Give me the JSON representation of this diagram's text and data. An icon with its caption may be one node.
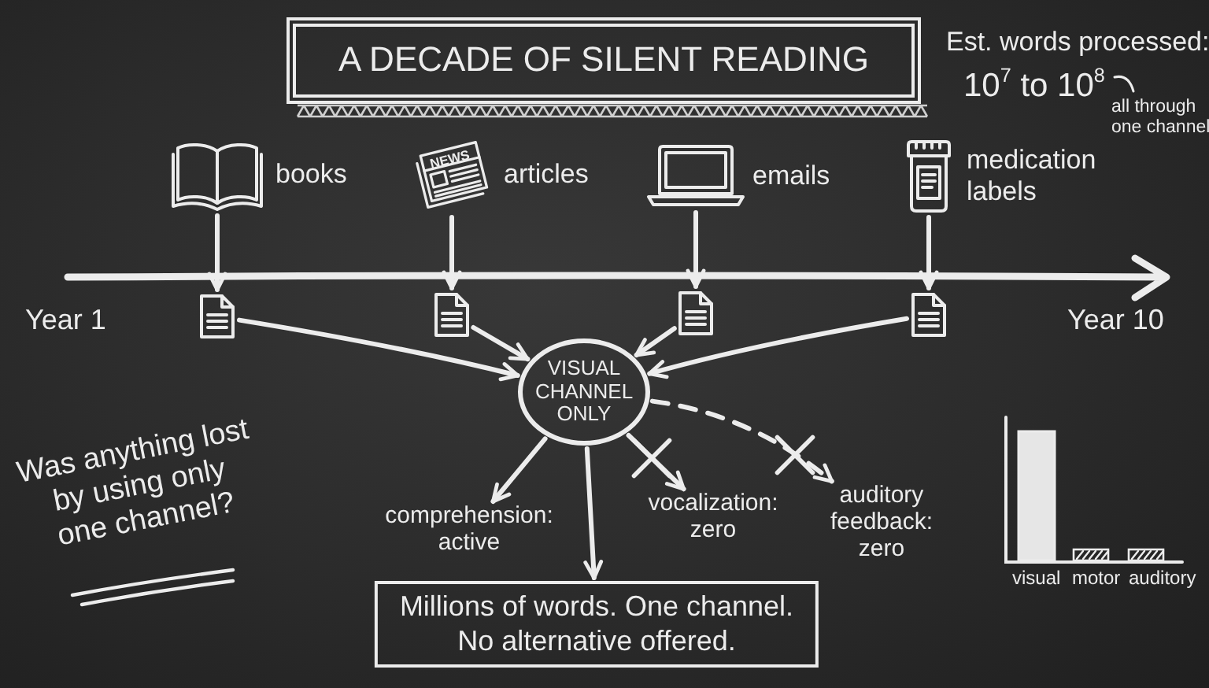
{
  "diagram": {
    "title": "A DECADE OF SILENT READING",
    "nodes": [
      {
        "text": [
          "books"
        ]
      },
      {
        "text": [
          "NEWS",
          "articles"
        ]
      },
      {
        "text": [
          "emails"
        ]
      },
      {
        "text": [
          "medication labels"
        ]
      },
      {
        "text": [],
        "shape": "picture"
      },
      {
        "text": [],
        "shape": "picture"
      },
      {
        "text": [],
        "shape": "picture"
      },
      {
        "text": [],
        "shape": "picture"
      },
      {
        "text": [
          "VISUAL CHANNEL ONLY"
        ]
      },
      {
        "text": [
          "comprehension: active"
        ]
      },
      {
        "text": [
          "vocalization: zero"
        ]
      },
      {
        "text": [
          "auditory feedback: zero"
        ]
      },
      {
        "text": [
          "Millions of words. One channel. No alternative offered."
        ]
      }
    ],
    "edges": [
      {
        "from": 0,
        "to": 4,
        "arrow": "to"
      },
      {
        "from": 1,
        "to": 5,
        "arrow": "to"
      },
      {
        "from": 2,
        "to": 6,
        "arrow": "to"
      },
      {
        "from": 3,
        "to": 7,
        "arrow": "to"
      },
      {
        "from": 4,
        "to": 8,
        "arrow": "to"
      },
      {
        "from": 5,
        "to": 8,
        "arrow": "to"
      },
      {
        "from": 6,
        "to": 8,
        "arrow": "to"
      },
      {
        "from": 7,
        "to": 8,
        "arrow": "to"
      },
      {
        "from": 8,
        "to": 9,
        "arrow": "to"
      },
      {
        "from": 8,
        "to": 12,
        "arrow": "to"
      },
      {
        "from": 8,
        "to": 10,
        "arrow": "to"
      },
      {
        "from": 8,
        "to": 11,
        "arrow": "to",
        "style": "dashed"
      }
    ],
    "labels": [
      "Est. words processed:",
      "10$^{7}$ to 10$^{8}$",
      "all through one channel",
      "Year 1",
      "Year 10",
      "Was anything lost by using only one channel?",
      "visual",
      "motor",
      "auditory"
    ]
  }
}
